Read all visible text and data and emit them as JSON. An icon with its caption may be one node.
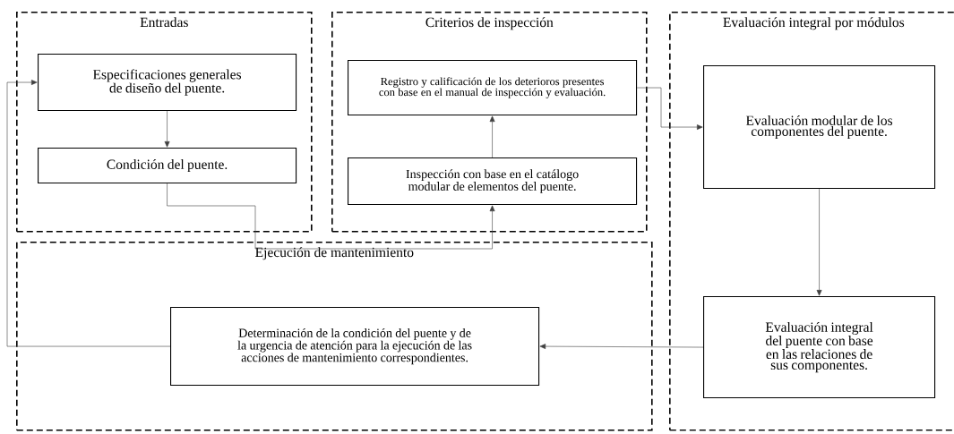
{
  "diagram": {
    "nodes": [
      {
        "text": [
          "Entradas"
        ]
      },
      {
        "text": [
          "Especificaciones generales de diseño del puente."
        ],
        "in": 0
      },
      {
        "text": [
          "Condición del puente."
        ],
        "in": 0
      },
      {
        "text": [
          "Criterios de inspección"
        ]
      },
      {
        "text": [
          "Registro y calificación de los deterioros presentes con base en el manual de inspección y evaluación."
        ],
        "in": 3
      },
      {
        "text": [
          "Inspección con base en el catálogo modular de elementos del puente."
        ],
        "in": 3
      },
      {
        "text": [
          "Evaluación integral por módulos"
        ]
      },
      {
        "text": [
          "Evaluación modular de los componentes del puente."
        ],
        "in": 6
      },
      {
        "text": [
          "Evaluación integral del puente con base en las relaciones de sus componentes."
        ],
        "in": 6
      },
      {
        "text": [
          "Ejecución de mantenimiento"
        ]
      },
      {
        "text": [
          "Determinación de la condición del puente y de la urgencia de atención para la ejecución de las acciones de mantenimiento correspondientes."
        ],
        "in": 9
      }
    ],
    "edges": [
      {
        "from": 1,
        "to": 2,
        "arrow": "to"
      },
      {
        "from": 2,
        "to": 5,
        "arrow": "to"
      },
      {
        "from": 5,
        "to": 4,
        "arrow": "to"
      },
      {
        "from": 4,
        "to": 7,
        "arrow": "to"
      },
      {
        "from": 7,
        "to": 8,
        "arrow": "to"
      },
      {
        "from": 8,
        "to": 10,
        "arrow": "to"
      },
      {
        "from": 10,
        "to": 1,
        "arrow": "to"
      }
    ]
  }
}
